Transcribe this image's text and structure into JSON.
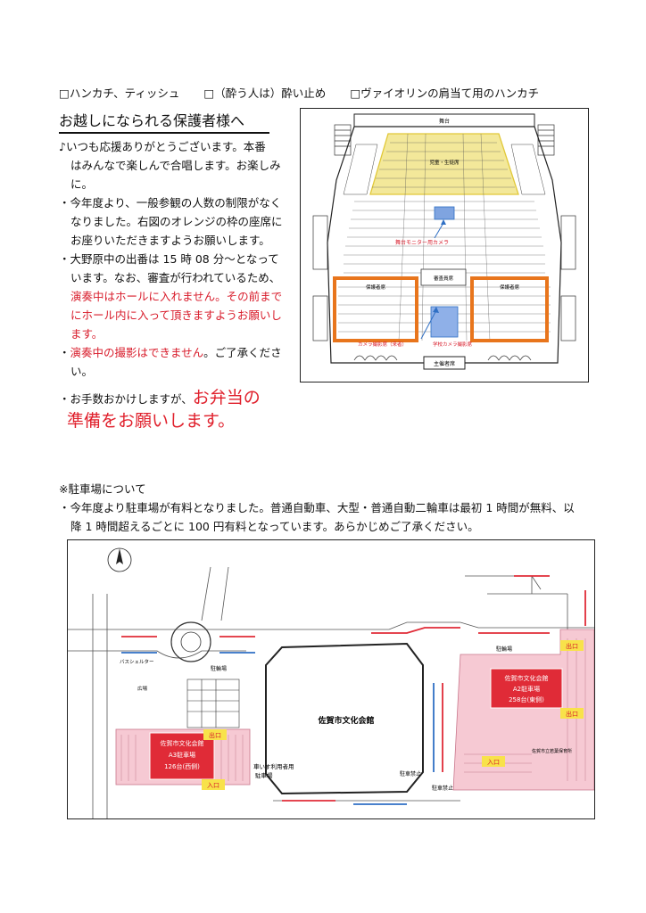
{
  "checklist": [
    "ハンカチ、ティッシュ",
    "（酔う人は）酔い止め",
    "ヴァイオリンの肩当て用のハンカチ"
  ],
  "heading": "お越しになられる保護者様へ",
  "bullets": {
    "b1_mark": "♪",
    "b1_lines": [
      "いつも応援ありがとうございます。本番",
      "はみんなで楽しんで合唱します。お楽しみ",
      "に。"
    ],
    "b2_lines": [
      "今年度より、一般参観の人数の制限がなく",
      "なりました。右図のオレンジの枠の座席に",
      "お座りいただきますようお願いします。"
    ],
    "b3_lines_black": [
      "大野原中の出番は 15 時 08 分～となって",
      "います。なお、審査が行われているため、"
    ],
    "b3_red_a": "演奏中はホールに入れません。その前まで",
    "b3_red_b": "にホール内に入って頂きますようお願いし",
    "b3_red_c": "ます。",
    "b4_red": "演奏中の撮影はできません",
    "b4_black": "。ご了承くださ",
    "b4_line2": "い。",
    "b5_black": "お手数おかけしますが、",
    "b5_red_big1": "お弁当の",
    "b5_red_big2": "準備をお願いします。"
  },
  "seatmap": {
    "stage": "舞台",
    "box_a": "児童・生徒席",
    "monitor_camera": "舞台モニター用カメラ",
    "judge": "審査員席",
    "guardian_left": "保護者席",
    "guardian_right": "保護者席",
    "camera_rec": "カメラ撮影席（来者）",
    "school_camera": "学校カメラ撮影席",
    "sponsor": "主催者席"
  },
  "parking": {
    "section_title": "※駐車場について",
    "note_line1": "今年度より駐車場が有料となりました。普通自動車、大型・普通自動二輪車は最初 1 時間が無料、以",
    "note_line2": "降 1 時間超えるごとに 100 円有料となっています。あらかじめご了承ください。",
    "map": {
      "hall": "佐賀市文化会館",
      "a3_lines": [
        "佐賀市文化会館",
        "A3駐車場",
        "126台(西側)"
      ],
      "a2_lines": [
        "佐賀市文化会館",
        "A2駐車場",
        "258台(東側)"
      ],
      "exit": "出口",
      "entrance": "入口",
      "bike1": "駐輪場",
      "bike2": "駐輪場",
      "wheelchair1": "車いす利用者用",
      "wheelchair2": "駐車場",
      "no_parking1": "駐車禁止",
      "no_parking2": "駐車禁止",
      "bus_shelter": "バスシェルター",
      "plaza": "広場",
      "nursery": "佐賀市立若葉保育所"
    }
  },
  "colors": {
    "red": "#d81b2a",
    "orange": "#e8751c",
    "yellow": "#f3e89a",
    "pink": "#f6c9d3",
    "blue": "#2f6fc4"
  }
}
